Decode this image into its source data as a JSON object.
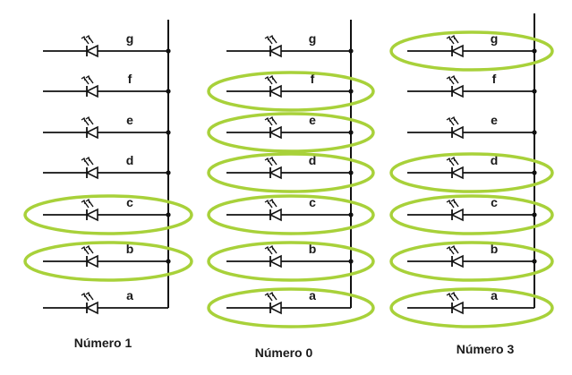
{
  "highlight_color": "#a8d13a",
  "line_color": "#111111",
  "segment_labels": [
    "g",
    "f",
    "e",
    "d",
    "c",
    "b",
    "a"
  ],
  "panels": [
    {
      "caption": "Número 1",
      "highlighted": [
        "c",
        "b"
      ]
    },
    {
      "caption": "Número 0",
      "highlighted": [
        "f",
        "e",
        "d",
        "c",
        "b",
        "a"
      ]
    },
    {
      "caption": "Número 3",
      "highlighted": [
        "g",
        "d",
        "c",
        "b",
        "a"
      ]
    }
  ]
}
